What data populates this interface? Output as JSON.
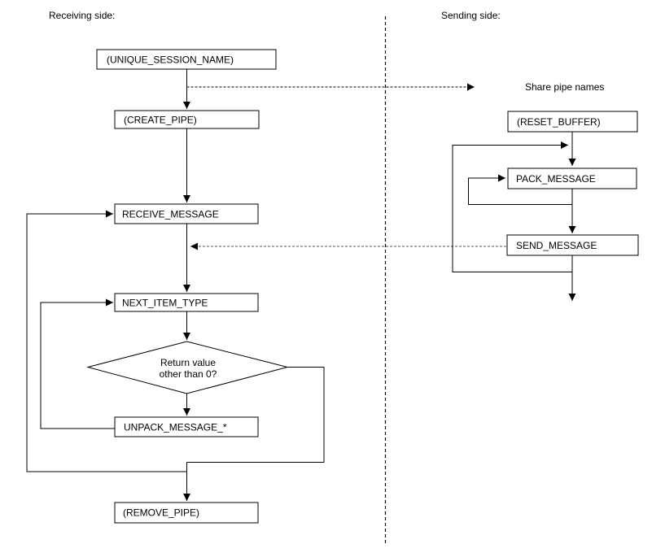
{
  "labels": {
    "receiving_side": "Receiving side:",
    "sending_side": "Sending side:",
    "share_pipe_names": "Share pipe names"
  },
  "nodes": {
    "unique_session_name": "(UNIQUE_SESSION_NAME)",
    "create_pipe": "(CREATE_PIPE)",
    "receive_message": "RECEIVE_MESSAGE",
    "next_item_type": "NEXT_ITEM_TYPE",
    "decision_line1": "Return value",
    "decision_line2": "other than 0?",
    "unpack_message": "UNPACK_MESSAGE_*",
    "remove_pipe": "(REMOVE_PIPE)",
    "reset_buffer": "(RESET_BUFFER)",
    "pack_message": "PACK_MESSAGE",
    "send_message": "SEND_MESSAGE"
  },
  "colors": {
    "line": "#000000",
    "background": "#ffffff"
  }
}
